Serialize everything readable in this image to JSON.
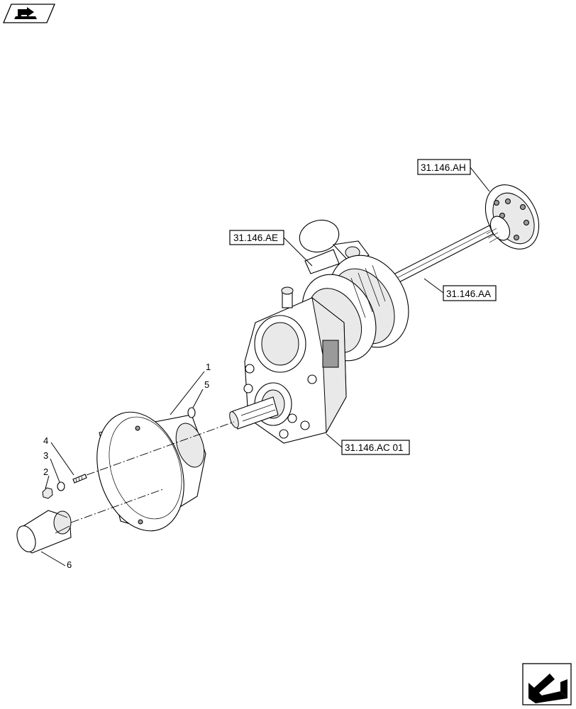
{
  "references": {
    "ah": "31.146.AH",
    "ae": "31.146.AE",
    "aa": "31.146.AA",
    "ac": "31.146.AC 01"
  },
  "callouts": [
    "1",
    "2",
    "3",
    "4",
    "5",
    "6"
  ],
  "icons": {
    "top_left": "book-arrow-icon",
    "bottom_right": "return-arrow-icon"
  }
}
